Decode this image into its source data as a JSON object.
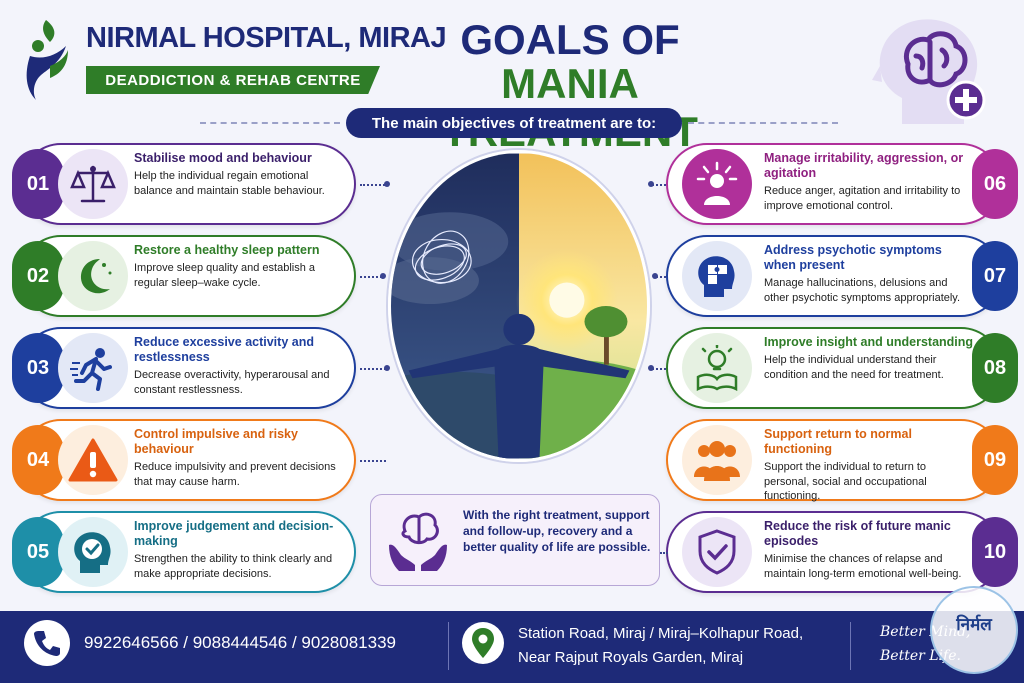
{
  "header": {
    "hospital_name": "NIRMAL HOSPITAL, MIRAJ",
    "hospital_subtitle": "DEADDICTION & REHAB CENTRE",
    "title_line1": "GOALS OF",
    "title_line2": "MANIA TREATMENT",
    "objectives_intro": "The main objectives of treatment are to:"
  },
  "colors": {
    "navy": "#1e2a78",
    "green": "#2f7d28",
    "purple": "#5b2d91",
    "orange": "#f07a1a",
    "teal": "#1e8fa8",
    "magenta": "#b0309a",
    "blue": "#1e3f9e"
  },
  "goals": [
    {
      "num": "01",
      "title": "Stabilise mood and behaviour",
      "desc": "Help the individual regain emotional balance and maintain stable behaviour.",
      "icon": "scales-brain-icon",
      "color": "#5b2d91",
      "tint": "#ece5f6"
    },
    {
      "num": "02",
      "title": "Restore a healthy sleep pattern",
      "desc": "Improve sleep quality and establish a regular sleep–wake cycle.",
      "icon": "moon-sleep-icon",
      "color": "#2f7d28",
      "tint": "#e6f1e2"
    },
    {
      "num": "03",
      "title": "Reduce excessive activity and restlessness",
      "desc": "Decrease overactivity, hyperarousal and constant restlessness.",
      "icon": "running-person-icon",
      "color": "#1e3f9e",
      "tint": "#e3e8f6"
    },
    {
      "num": "04",
      "title": "Control impulsive and risky behaviour",
      "desc": "Reduce impulsivity and prevent decisions that may cause harm.",
      "icon": "warning-icon",
      "color": "#f07a1a",
      "tint": "#fdeede"
    },
    {
      "num": "05",
      "title": "Improve judgement and decision-making",
      "desc": "Strengthen the ability to think clearly and make appropriate decisions.",
      "icon": "head-check-icon",
      "color": "#1e8fa8",
      "tint": "#e0f1f5"
    },
    {
      "num": "06",
      "title": "Manage irritability, aggression, or agitation",
      "desc": "Reduce anger, agitation and irritability to improve emotional control.",
      "icon": "agitated-person-icon",
      "color": "#b0309a",
      "tint": "#f7e2f2"
    },
    {
      "num": "07",
      "title": "Address psychotic symptoms when present",
      "desc": "Manage hallucinations, delusions and other psychotic symptoms appropriately.",
      "icon": "puzzle-head-icon",
      "color": "#1e3f9e",
      "tint": "#e3e8f6"
    },
    {
      "num": "08",
      "title": "Improve insight and understanding",
      "desc": "Help the individual understand their condition and the need for treatment.",
      "icon": "lightbulb-book-icon",
      "color": "#2f7d28",
      "tint": "#e6f1e2"
    },
    {
      "num": "09",
      "title": "Support return to normal functioning",
      "desc": "Support the individual to return to personal, social and occupational functioning.",
      "icon": "group-people-icon",
      "color": "#f07a1a",
      "tint": "#fdeede"
    },
    {
      "num": "10",
      "title": "Reduce the risk of future manic episodes",
      "desc": "Minimise the chances of relapse and maintain long-term emotional well-being.",
      "icon": "shield-check-icon",
      "color": "#5b2d91",
      "tint": "#ece5f6"
    }
  ],
  "message": "With the right treatment, support and follow-up, recovery and a better quality of life are possible.",
  "footer": {
    "phones": "9922646566 / 9088444546 / 9028081339",
    "address_line1": "Station Road, Miraj / Miraj–Kolhapur Road,",
    "address_line2": "Near Rajput Royals Garden, Miraj",
    "tagline1": "Better Mind,",
    "tagline2": "Better Life.",
    "seal_text": "निर्मल"
  }
}
